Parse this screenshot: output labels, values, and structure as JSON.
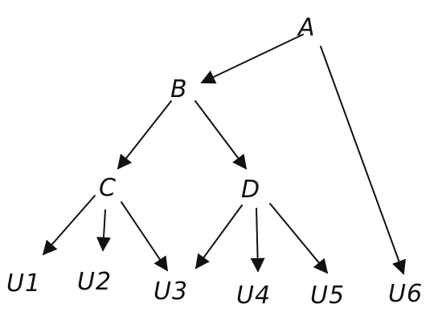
{
  "diagram": {
    "nodes": [
      {
        "id": "A",
        "label": "A"
      },
      {
        "id": "B",
        "label": "B"
      },
      {
        "id": "C",
        "label": "C"
      },
      {
        "id": "D",
        "label": "D"
      },
      {
        "id": "U1",
        "label": "U1"
      },
      {
        "id": "U2",
        "label": "U2"
      },
      {
        "id": "U3",
        "label": "U3"
      },
      {
        "id": "U4",
        "label": "U4"
      },
      {
        "id": "U5",
        "label": "U5"
      },
      {
        "id": "U6",
        "label": "U6"
      }
    ],
    "edges": [
      {
        "from": "A",
        "to": "B"
      },
      {
        "from": "A",
        "to": "U6"
      },
      {
        "from": "B",
        "to": "C"
      },
      {
        "from": "B",
        "to": "D"
      },
      {
        "from": "C",
        "to": "U1"
      },
      {
        "from": "C",
        "to": "U2"
      },
      {
        "from": "C",
        "to": "U3"
      },
      {
        "from": "D",
        "to": "U3"
      },
      {
        "from": "D",
        "to": "U4"
      },
      {
        "from": "D",
        "to": "U5"
      }
    ],
    "colors": {
      "ink": "#111111",
      "background": "#ffffff"
    }
  }
}
